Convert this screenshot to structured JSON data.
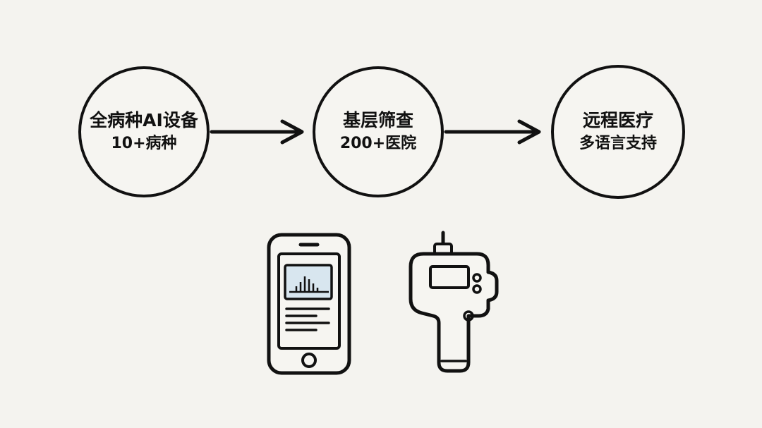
{
  "flow": {
    "nodes": [
      {
        "title": "全病种AI设备",
        "subtitle": "10+病种"
      },
      {
        "title": "基层筛查",
        "subtitle": "200+医院"
      },
      {
        "title": "远程医疗",
        "subtitle": "多语言支持"
      }
    ]
  },
  "icons": {
    "arrow": "arrow-right-icon",
    "phone": "smartphone-chart-icon",
    "scanner": "handheld-scanner-icon"
  },
  "colors": {
    "background": "#f4f3ef",
    "stroke": "#111111",
    "screen_fill": "#d8e6ef"
  }
}
